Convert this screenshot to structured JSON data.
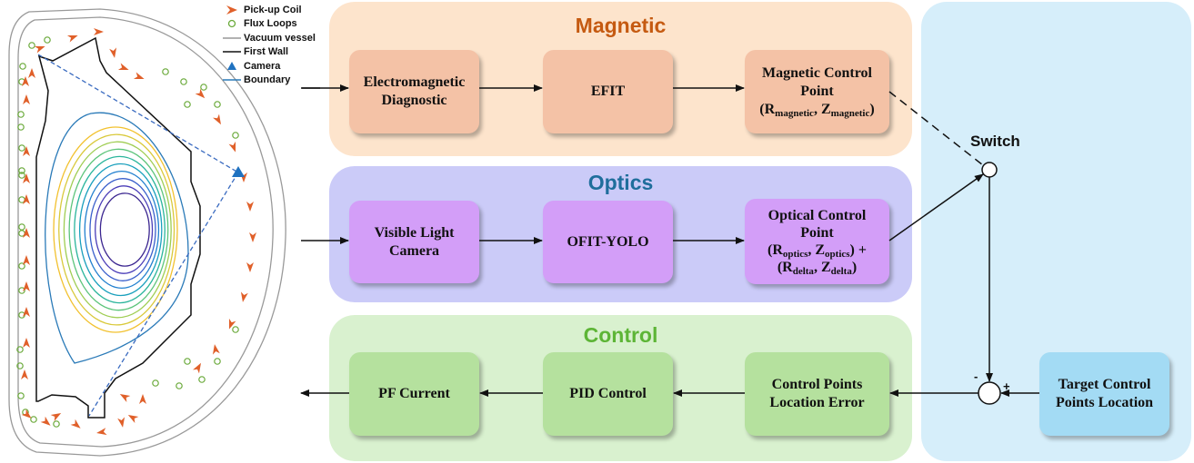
{
  "legend": [
    {
      "label": "Pick-up Coil",
      "icon": "pickup-coil-arrow-icon",
      "color": "#e0602a"
    },
    {
      "label": "Flux Loops",
      "icon": "flux-loop-circle-icon",
      "color": "#6aaa3a"
    },
    {
      "label": "Vacuum vessel",
      "icon": "gray-line-icon",
      "color": "#999999"
    },
    {
      "label": "First Wall",
      "icon": "black-line-icon",
      "color": "#111111"
    },
    {
      "label": "Camera",
      "icon": "camera-triangle-icon",
      "color": "#1f72c0"
    },
    {
      "label": "Boundary",
      "icon": "blue-line-icon",
      "color": "#2a7ab8"
    }
  ],
  "magnetic": {
    "title": "Magnetic",
    "title_color": "#c55a11",
    "bg": "#fde4cc",
    "box_color": "#f4c2a6",
    "boxes": [
      "Electromagnetic Diagnostic",
      "EFIT"
    ],
    "control_point": {
      "title": "Magnetic Control Point",
      "r": "R",
      "r_sub": "magnetic",
      "z": "Z",
      "z_sub": "magnetic"
    }
  },
  "optics": {
    "title": "Optics",
    "title_color": "#1f6e9c",
    "bg": "#cbcbf8",
    "box_color": "#d39ef8",
    "boxes": [
      "Visible Light Camera",
      "OFIT-YOLO"
    ],
    "control_point": {
      "title": "Optical Control Point",
      "r": "R",
      "r_sub": "optics",
      "z": "Z",
      "z_sub": "optics",
      "plus": "+",
      "r2": "R",
      "r2_sub": "delta",
      "z2": "Z",
      "z2_sub": "delta"
    }
  },
  "control": {
    "title": "Control",
    "title_color": "#5db536",
    "bg": "#d9f1cf",
    "box_color": "#b5e19e",
    "boxes": [
      "PF Current",
      "PID Control",
      "Control Points Location Error"
    ]
  },
  "feedback": {
    "bg": "#d6eefa",
    "switch_label": "Switch",
    "minus": "-",
    "plus": "+",
    "target_box": "Target Control Points Location",
    "target_color": "#a3dbf4"
  }
}
